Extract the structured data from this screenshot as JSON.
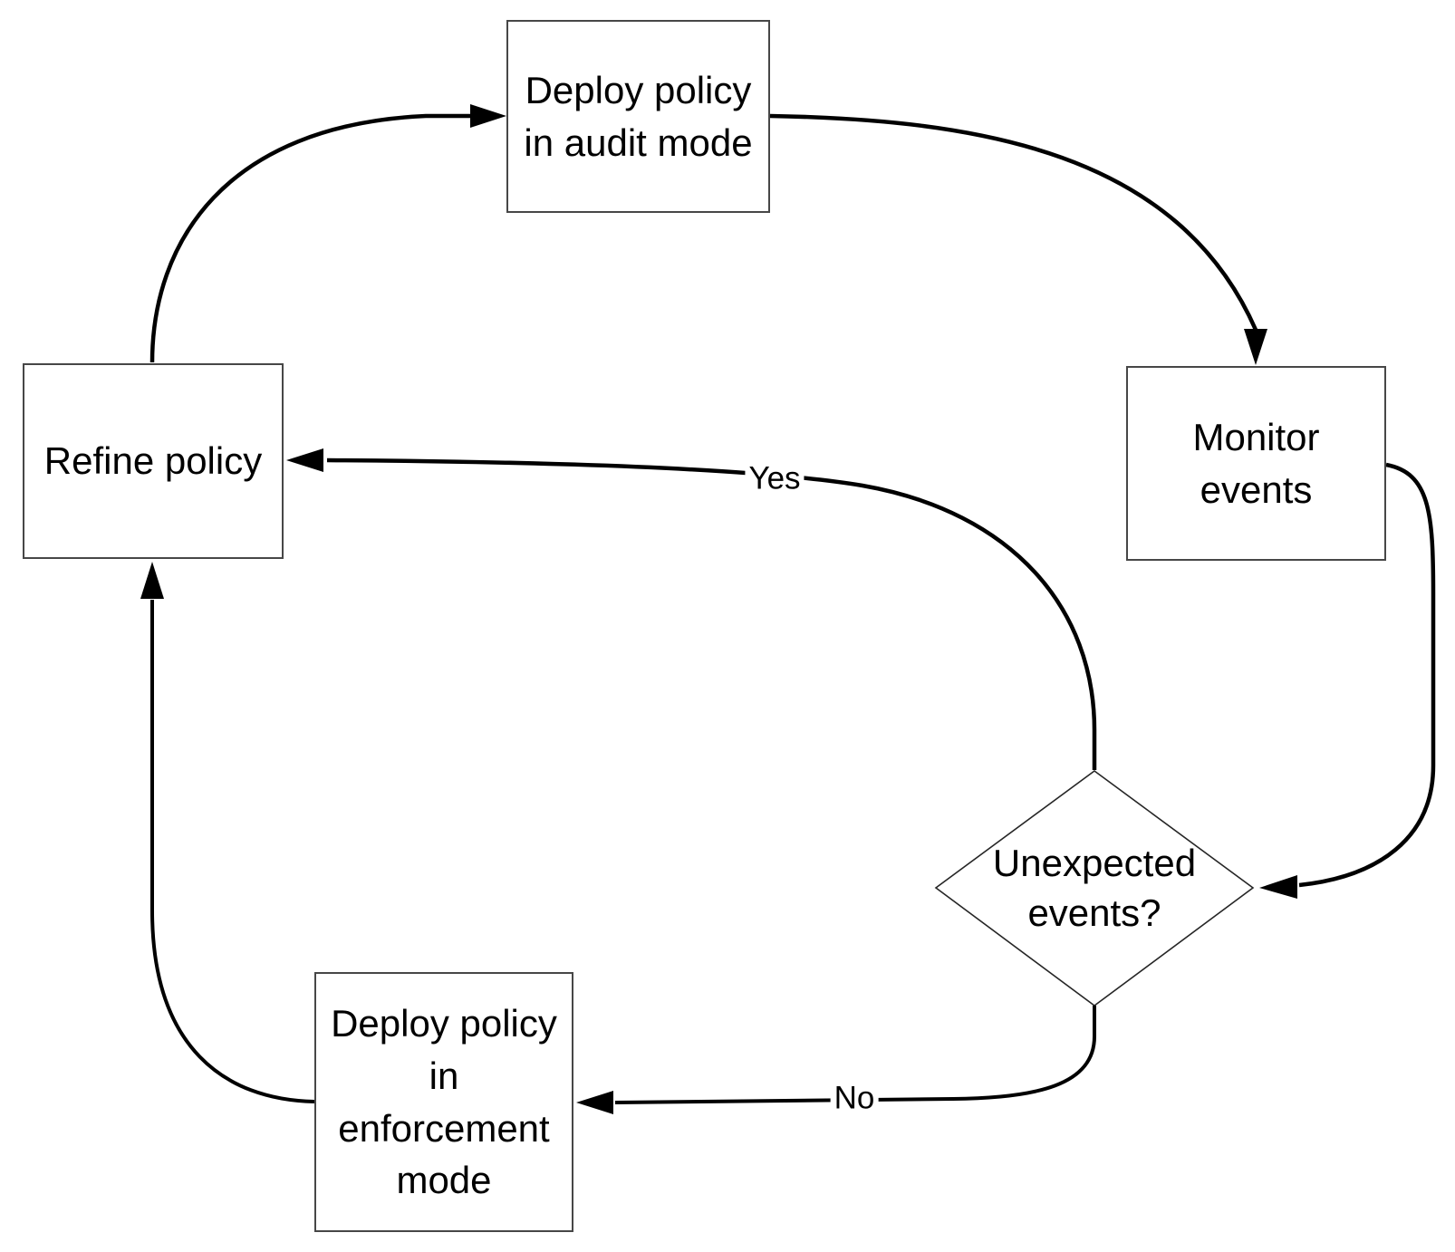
{
  "diagram": {
    "background_color": "#ffffff",
    "line_color": "#000000",
    "node_border_color": "#474747",
    "nodes": [
      {
        "id": "deploy-audit",
        "type": "process",
        "label": "Deploy policy\nin audit mode"
      },
      {
        "id": "monitor-events",
        "type": "process",
        "label": "Monitor\nevents"
      },
      {
        "id": "unexpected-events",
        "type": "decision",
        "label": "Unexpected\nevents?"
      },
      {
        "id": "deploy-enforcement",
        "type": "process",
        "label": "Deploy policy\nin\nenforcement\nmode"
      },
      {
        "id": "refine-policy",
        "type": "process",
        "label": "Refine policy"
      }
    ],
    "edges": [
      {
        "from": "refine-policy",
        "to": "deploy-audit",
        "label": ""
      },
      {
        "from": "deploy-audit",
        "to": "monitor-events",
        "label": ""
      },
      {
        "from": "monitor-events",
        "to": "unexpected-events",
        "label": ""
      },
      {
        "from": "unexpected-events",
        "to": "refine-policy",
        "label": "Yes"
      },
      {
        "from": "unexpected-events",
        "to": "deploy-enforcement",
        "label": "No"
      },
      {
        "from": "deploy-enforcement",
        "to": "refine-policy",
        "label": ""
      }
    ]
  }
}
